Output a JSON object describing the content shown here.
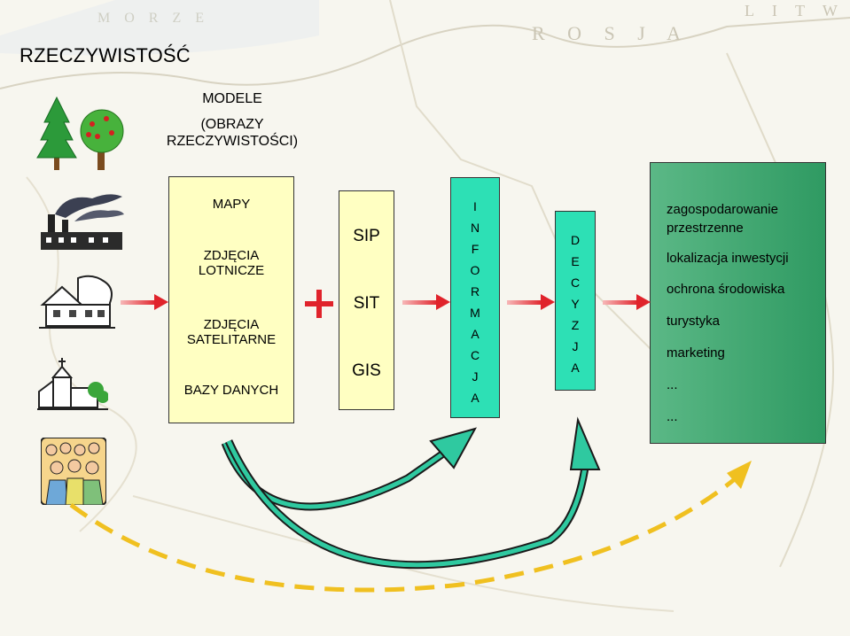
{
  "title": "RZECZYWISTOŚĆ",
  "models": {
    "line1": "MODELE",
    "line2": "(OBRAZY",
    "line3": "RZECZYWISTOŚCI)"
  },
  "sources": [
    "MAPY",
    "ZDJĘCIA LOTNICZE",
    "ZDJĘCIA SATELITARNE",
    "BAZY DANYCH"
  ],
  "sources_lines": {
    "mapy": "MAPY",
    "lotnicze1": "ZDJĘCIA",
    "lotnicze2": "LOTNICZE",
    "satelitarne1": "ZDJĘCIA",
    "satelitarne2": "SATELITARNE",
    "bazy": "BAZY DANYCH"
  },
  "systems": [
    "SIP",
    "SIT",
    "GIS"
  ],
  "informacja": [
    "I",
    "N",
    "F",
    "O",
    "R",
    "M",
    "A",
    "C",
    "J",
    "A"
  ],
  "decyzja": [
    "D",
    "E",
    "C",
    "Y",
    "Z",
    "J",
    "A"
  ],
  "applications": {
    "zago1": "zagospodarowanie",
    "zago2": "przestrzenne",
    "lokalizacja": "lokalizacja inwestycji",
    "ochrona": "ochrona środowiska",
    "turystyka": "turystyka",
    "marketing": "marketing",
    "dots1": "...",
    "dots2": "..."
  },
  "map_labels": {
    "morze": "M O R Z E",
    "rosja": "R O S J A",
    "litwa": "L I T W A"
  },
  "colors": {
    "box_yellow": "#ffffc2",
    "box_teal": "#2de0b5",
    "box_green": "#3aa56d",
    "arrow_red": "#e0232b",
    "curve_fill": "#2fc9a0",
    "dashed_yellow": "#f0c020"
  },
  "icons": [
    "tree-icon",
    "apple-tree-icon",
    "factory-icon",
    "house-icon",
    "church-icon",
    "people-icon",
    "plus-icon"
  ]
}
